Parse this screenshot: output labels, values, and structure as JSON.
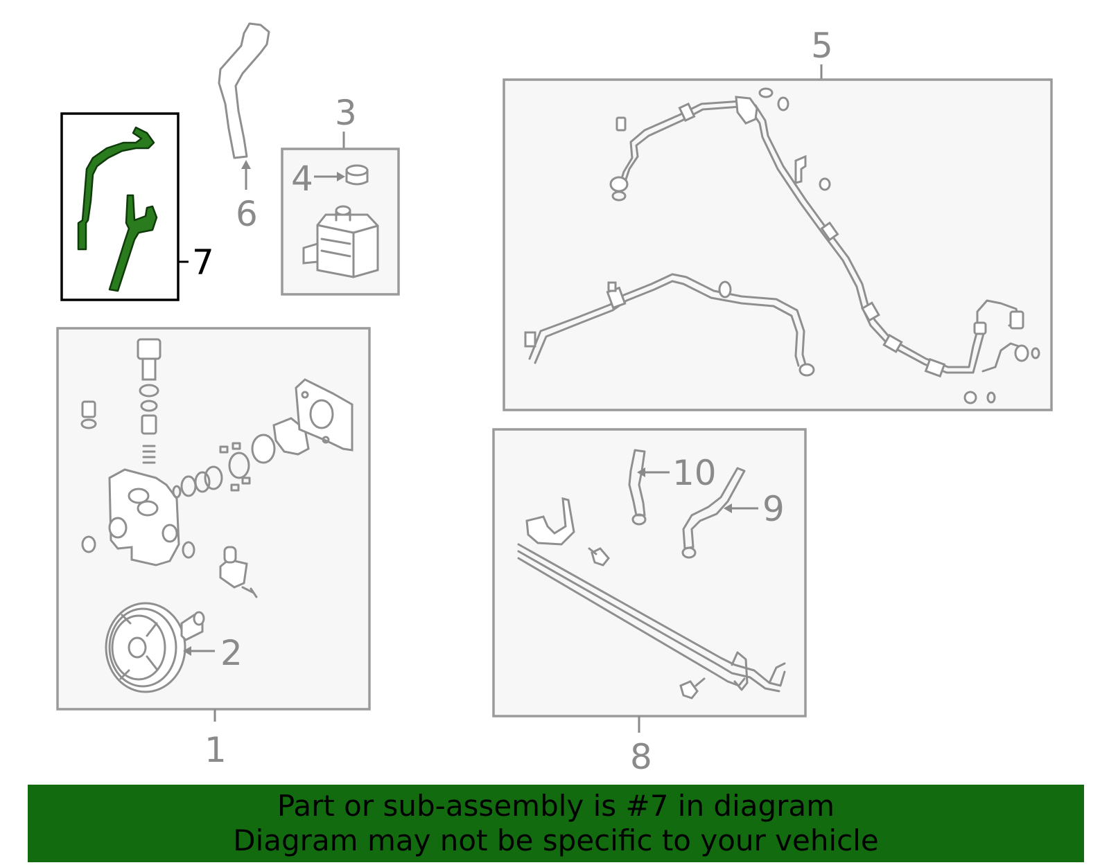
{
  "callouts": {
    "c1": "1",
    "c2": "2",
    "c3": "3",
    "c4": "4",
    "c5": "5",
    "c6": "6",
    "c7": "7",
    "c8": "8",
    "c9": "9",
    "c10": "10"
  },
  "highlighted_part": "7",
  "colors": {
    "highlight": "#2a7a1e",
    "banner": "#136b10",
    "outline": "#8f8f8f"
  },
  "banner": {
    "line1": "Part or sub-assembly is #7 in diagram",
    "line2": "Diagram may not be specific to your vehicle"
  }
}
